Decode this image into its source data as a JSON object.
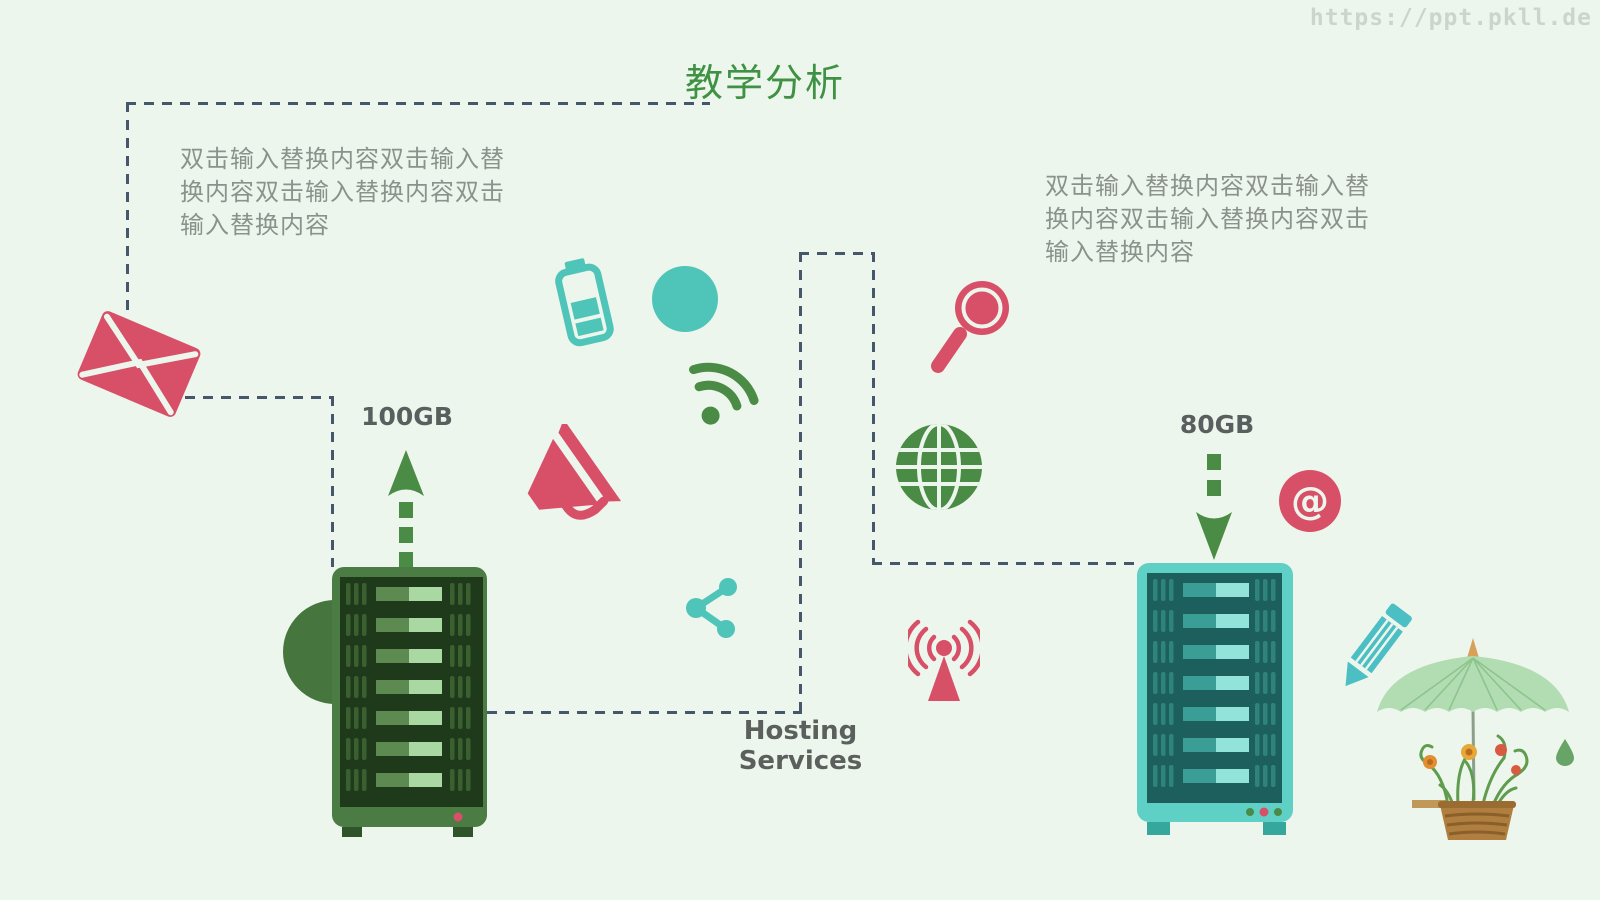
{
  "slide": {
    "watermark": "https://ppt.pkll.de",
    "title": "教学分析",
    "placeholder_left": "双击输入替换内容双击输入替\n换内容双击输入替换内容双击\n输入替换内容",
    "placeholder_right": "双击输入替换内容双击输入替\n换内容双击输入替换内容双击\n输入替换内容",
    "caption": "Hosting Services",
    "server_left_label": "100GB",
    "server_right_label": "80GB"
  },
  "colors": {
    "background": "#edf6ec",
    "title_green": "#3f9143",
    "body_text_gray": "#8b918b",
    "label_gray": "#595e5e",
    "pink_accent": "#d85068",
    "teal_accent": "#4fc4b8",
    "green_accent": "#4a8b45",
    "dashed_line": "#47576b",
    "server_left_frame": "#4b7c43",
    "server_left_panel": "#1f3a1b",
    "server_right_frame": "#5ed0c6",
    "server_right_panel": "#1d5f5d",
    "watermark_gray": "#cbd5cb"
  },
  "icons": [
    {
      "name": "envelope-icon",
      "color": "#d85068"
    },
    {
      "name": "battery-icon",
      "color": "#4fc4b8"
    },
    {
      "name": "dot-circle-icon",
      "color": "#4fc4b8"
    },
    {
      "name": "wifi-icon",
      "color": "#4a8b45"
    },
    {
      "name": "megaphone-icon",
      "color": "#d85068"
    },
    {
      "name": "magnifier-icon",
      "color": "#d85068"
    },
    {
      "name": "globe-icon",
      "color": "#4a8b45"
    },
    {
      "name": "share-icon",
      "color": "#4fc4b8"
    },
    {
      "name": "antenna-icon",
      "color": "#d85068"
    },
    {
      "name": "at-sign-icon",
      "color": "#d85068"
    },
    {
      "name": "pencil-icon",
      "color": "#4bbfc4"
    },
    {
      "name": "arrow-up-icon",
      "color": "#4a8b45"
    },
    {
      "name": "arrow-down-icon",
      "color": "#4a8b45"
    },
    {
      "name": "umbrella-decoration",
      "color": "#b2dcb2"
    },
    {
      "name": "raindrop-icon",
      "color": "#68a468"
    }
  ]
}
